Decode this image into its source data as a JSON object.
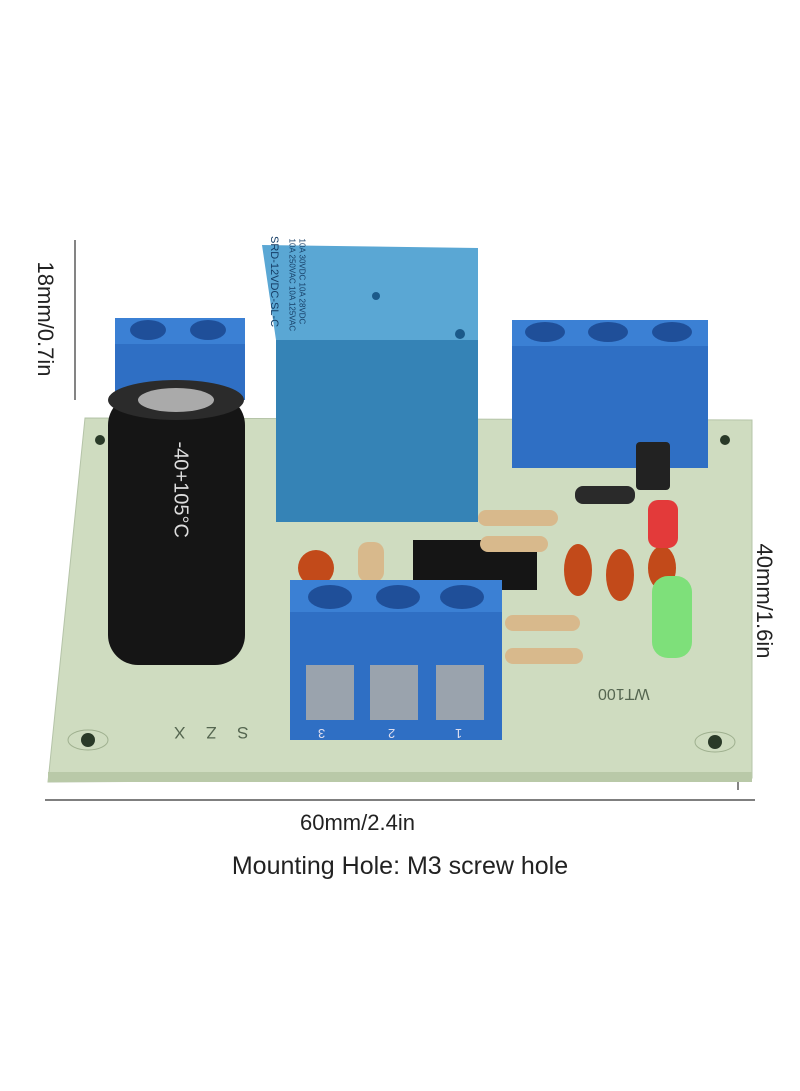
{
  "dimensions": {
    "height_label": "18mm/0.7in",
    "depth_label": "40mm/1.6in",
    "width_label": "60mm/2.4in"
  },
  "caption": "Mounting Hole: M3 screw hole",
  "components": {
    "relay_model": "SRD-12VDC-SL-C",
    "relay_rating_1": "10A 250VAC  10A 125VAC",
    "relay_rating_2": "10A 30VDC  10A 28VDC",
    "capacitor_rating": "-40+105°C",
    "board_label": "WT100",
    "terminal_numbers": [
      "3",
      "2",
      "1"
    ],
    "silkscreen_letters": "S Z X"
  },
  "colors": {
    "pcb": "#cfdcc0",
    "terminal_blue": "#2f6fc4",
    "relay_blue": "#3a8fc0",
    "capacitor": "#151515"
  }
}
